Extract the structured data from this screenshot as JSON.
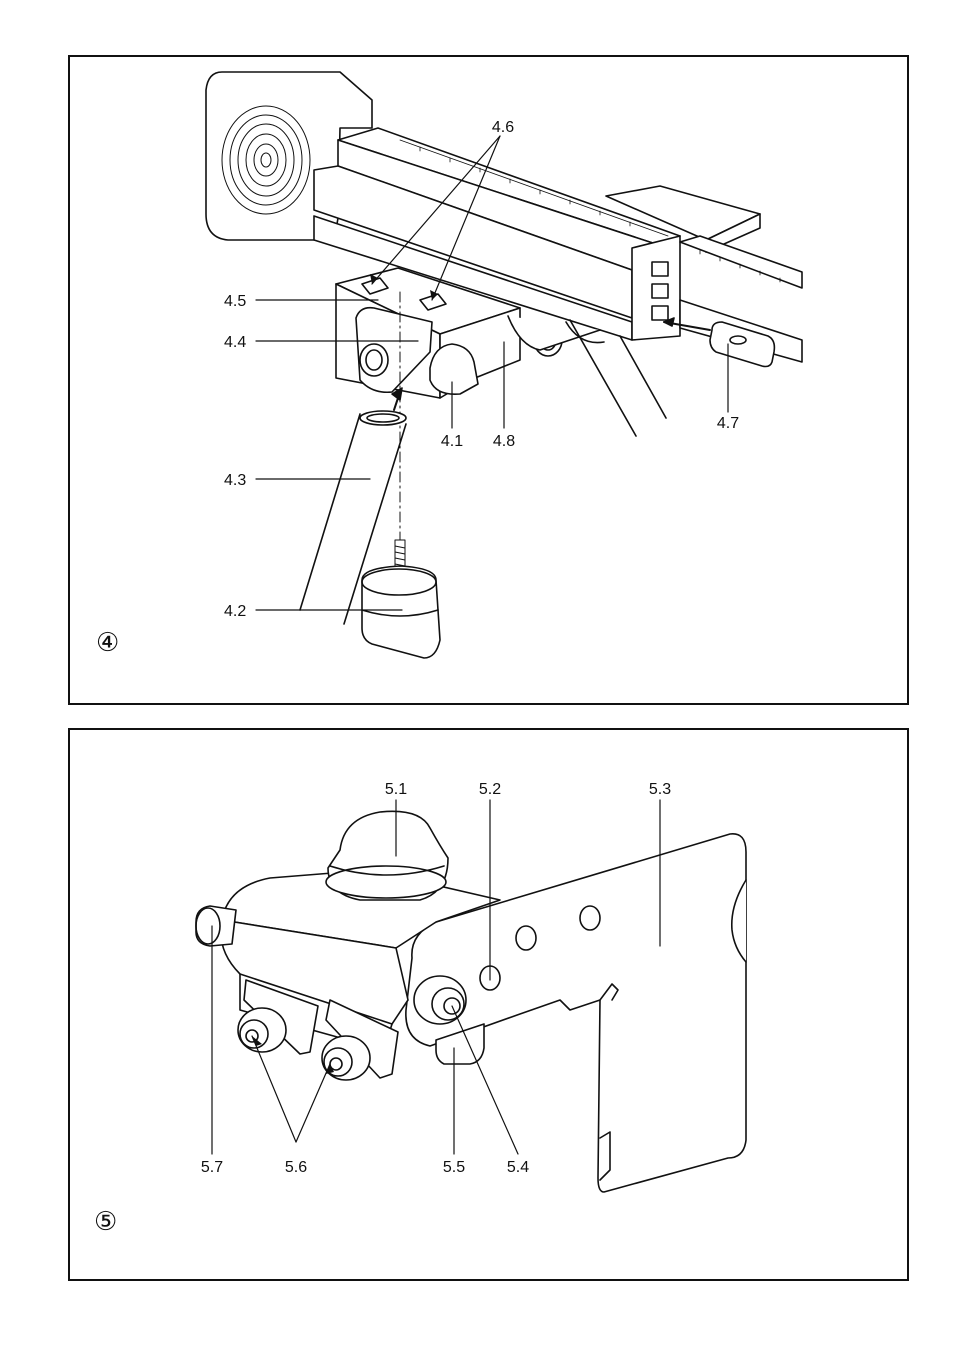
{
  "figure4": {
    "number": "④",
    "labels": {
      "l41": "4.1",
      "l42": "4.2",
      "l43": "4.3",
      "l44": "4.4",
      "l45": "4.5",
      "l46": "4.6",
      "l47": "4.7",
      "l48": "4.8"
    }
  },
  "figure5": {
    "number": "⑤",
    "labels": {
      "l51": "5.1",
      "l52": "5.2",
      "l53": "5.3",
      "l54": "5.4",
      "l55": "5.5",
      "l56": "5.6",
      "l57": "5.7"
    }
  }
}
